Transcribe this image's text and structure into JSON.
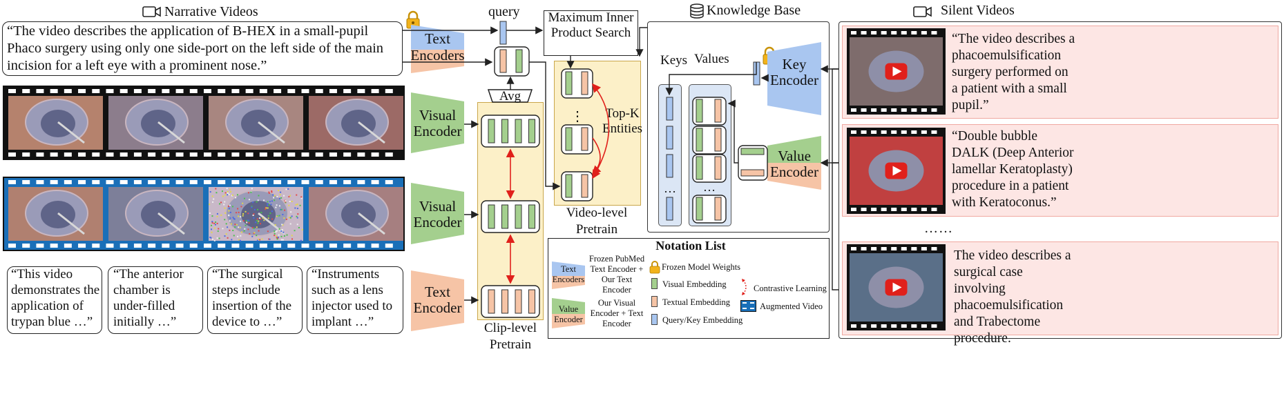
{
  "headers": {
    "narrative": "Narrative Videos",
    "query": "query",
    "mips": "Maximum Inner Product Search",
    "kb": "Knowledge Base",
    "silent": "Silent Videos"
  },
  "narrative_caption": "“The video describes the application of B-HEX in a small-pupil Phaco surgery using only one side-port on the left side of the main incision for a left eye with a prominent nose.”",
  "encoders": {
    "text_encoders": [
      "Text",
      "Encoders"
    ],
    "visual_encoder_1": [
      "Visual",
      "Encoder"
    ],
    "visual_encoder_2": [
      "Visual",
      "Encoder"
    ],
    "text_encoder": [
      "Text",
      "Encoder"
    ],
    "key_encoder": [
      "Key",
      "Encoder"
    ],
    "value_encoder": [
      "Value",
      "Encoder"
    ]
  },
  "avg": "Avg",
  "clip_level": "Clip-level Pretrain",
  "video_level": "Video-level Pretrain",
  "topk": [
    "Top-K",
    "Entities"
  ],
  "keys": "Keys",
  "values": "Values",
  "ellipsis_v": "⋮",
  "ellipsis_h": "…",
  "silent_ellipsis": "……",
  "clip_captions": [
    "“This video demonstrates the application of trypan blue …”",
    "“The anterior chamber is under-filled initially …”",
    "“The surgical steps include insertion of the device to …”",
    "“Instruments such as a lens injector used to implant …”"
  ],
  "silent_captions": [
    "“The video describes a phacoemulsification surgery performed on a patient with a small pupil.”",
    "“Double bubble DALK (Deep Anterior lamellar Keratoplasty) procedure in a patient with Keratoconus.”",
    "The video describes a surgical case involving phacoemulsification and Trabectome procedure."
  ],
  "notation": {
    "title": "Notation List",
    "text_enc_icon": [
      "Text",
      "Encoders"
    ],
    "text_enc_desc": "Frozen PubMed Text Encoder + Our Text Encoder",
    "value_enc_icon": [
      "Value",
      "Encoder"
    ],
    "value_enc_desc": "Our Visual Encoder + Text Encoder",
    "frozen": "Frozen Model Weights",
    "visual_emb": "Visual Embedding",
    "textual_emb": "Textual Embedding",
    "query_emb": "Query/Key Embedding",
    "contrastive": "Contrastive Learning",
    "augmented": "Augmented Video"
  },
  "colors": {
    "blue": "#a9c6f0",
    "orange": "#f6c4a6",
    "green": "#a4cf8e",
    "yellow": "#fcf0c8",
    "kb_blue": "#dbe6f5",
    "pink": "#fde6e4",
    "red": "#e0201b",
    "film_blue": "#1a6fb8"
  }
}
